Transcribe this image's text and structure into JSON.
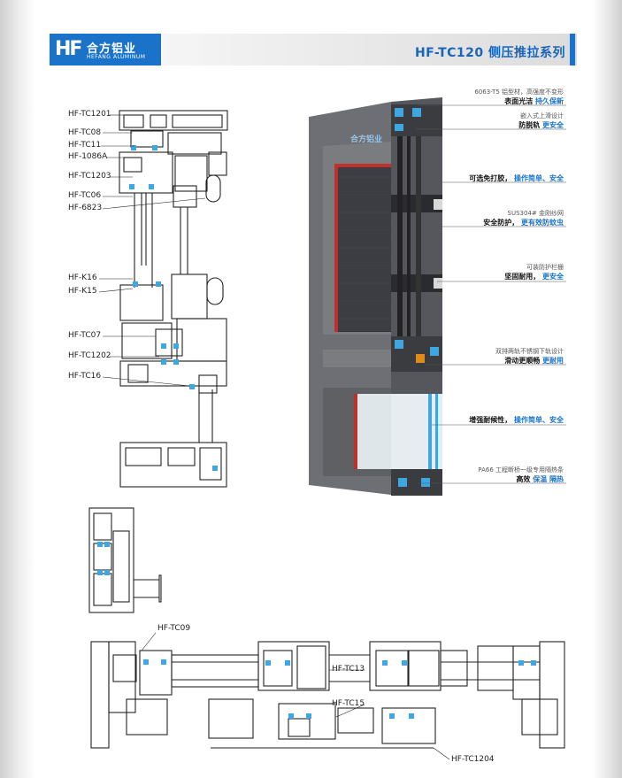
{
  "header": {
    "logo_mark": "HF",
    "logo_cn": "合方铝业",
    "logo_en": "HEFANG ALUMINUM",
    "title": "HF-TC120 侧压推拉系列"
  },
  "brand_color": "#1a73c9",
  "section_labels": {
    "tc1201": "HF-TC1201",
    "tc08": "HF-TC08",
    "tc11": "HF-TC11",
    "s1086a": "HF-1086A",
    "tc1203": "HF-TC1203",
    "tc06": "HF-TC06",
    "s6823": "HF-6823",
    "k16": "HF-K16",
    "k15": "HF-K15",
    "tc07": "HF-TC07",
    "tc1202": "HF-TC1202",
    "tc16": "HF-TC16",
    "tc09": "HF-TC09",
    "tc13": "HF-TC13",
    "tc15": "HF-TC15",
    "tc1204": "HF-TC1204"
  },
  "features": [
    {
      "line1": "6063-T5 铝型材，高强度不变形",
      "bold": "表面光洁",
      "highlight": "持久保新"
    },
    {
      "line1": "嵌入式上滑设计",
      "bold": "防脱轨",
      "highlight": "更安全"
    },
    {
      "line1": "",
      "bold": "可选免打胶，",
      "highlight": "操作简单、安全"
    },
    {
      "line1": "SUS304# 金刚纱网",
      "bold": "安全防护，",
      "highlight": "更有效防蚊虫"
    },
    {
      "line1": "可装防护栏栅",
      "bold": "坚固耐用，",
      "highlight": "更安全"
    },
    {
      "line1": "双排两轨不锈钢下轨设计",
      "bold": "滑动更顺畅",
      "highlight": "更耐用"
    },
    {
      "line1": "",
      "bold": "增强耐候性，",
      "highlight": "操作简单、安全"
    },
    {
      "line1": "PA66 工程断桥一级专用隔热条",
      "bold": "高效",
      "highlight": "保温 隔热"
    }
  ],
  "window_logo": "合方铝业"
}
